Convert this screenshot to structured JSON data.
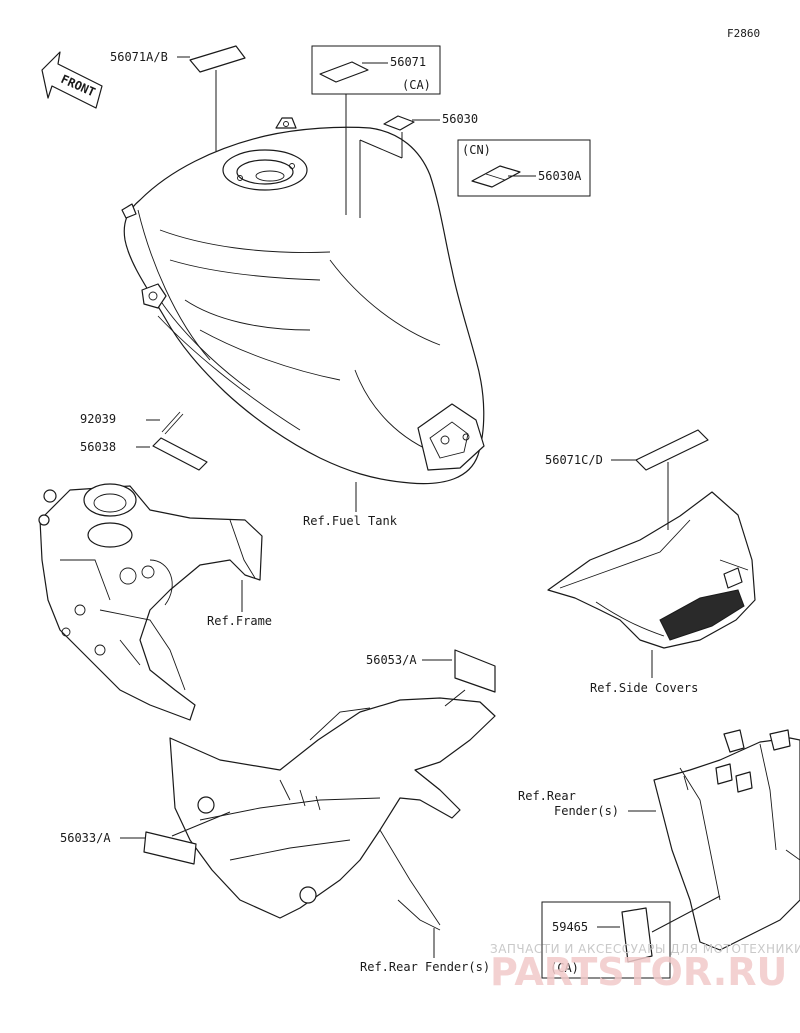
{
  "figure_id": "F2860",
  "front_arrow_label": "FRONT",
  "labels": {
    "p56071AB": "56071A/B",
    "p56071": "56071",
    "ca1": "(CA)",
    "p56030": "56030",
    "cn": "(CN)",
    "p56030A": "56030A",
    "p92039": "92039",
    "p56038": "56038",
    "ref_fuel_tank": "Ref.Fuel Tank",
    "p56071CD": "56071C/D",
    "ref_frame": "Ref.Frame",
    "ref_side_covers": "Ref.Side Covers",
    "p56053A": "56053/A",
    "ref_rear_fender_1": "Ref.Rear",
    "ref_rear_fender_2": "Fender(s)",
    "p56033A": "56033/A",
    "p59465": "59465",
    "ca2": "(CA)",
    "ref_rear_fender_bottom": "Ref.Rear Fender(s)"
  },
  "watermark": {
    "line1": "ЗАПЧАСТИ И АКСЕССУАРЫ ДЛЯ МОТОТЕХНИКИ",
    "line2": "PARTSTOR.RU"
  }
}
